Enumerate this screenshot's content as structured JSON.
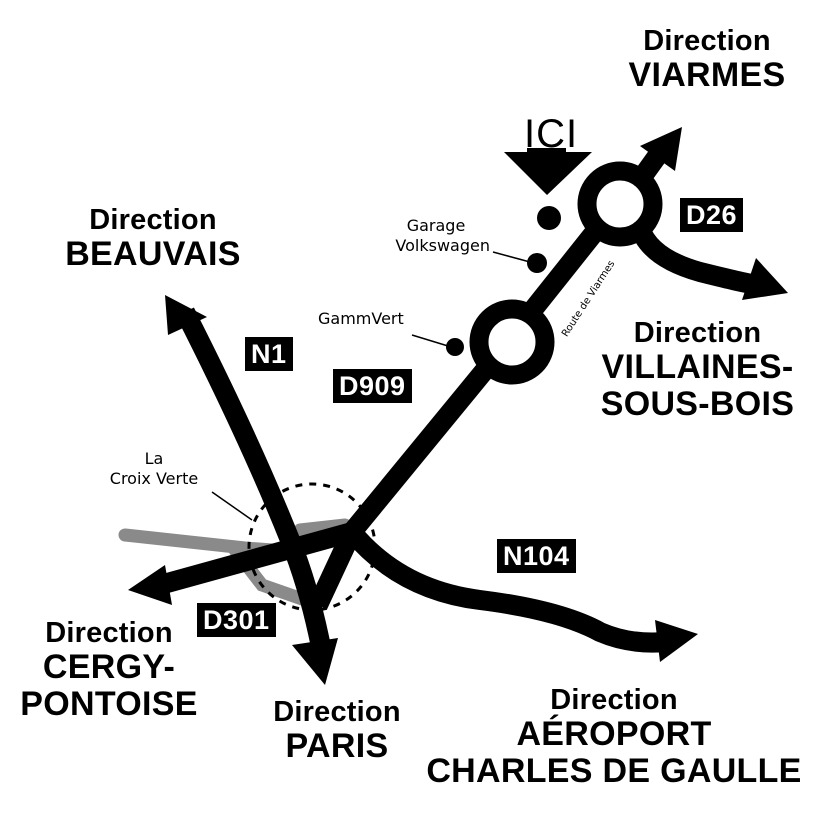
{
  "marker": {
    "label": "ICI",
    "icon": "down-arrow-icon"
  },
  "destinations": {
    "viarmes": {
      "prefix": "Direction",
      "name": "VIARMES"
    },
    "beauvais": {
      "prefix": "Direction",
      "name": "BEAUVAIS"
    },
    "villaines": {
      "prefix": "Direction",
      "name_line1": "VILLAINES-",
      "name_line2": "SOUS-BOIS"
    },
    "cergy": {
      "prefix": "Direction",
      "name_line1": "CERGY-",
      "name_line2": "PONTOISE"
    },
    "paris": {
      "prefix": "Direction",
      "name": "PARIS"
    },
    "cdg": {
      "prefix": "Direction",
      "name_line1": "AÉROPORT",
      "name_line2": "CHARLES DE GAULLE"
    }
  },
  "roads": {
    "d26": "D26",
    "n1": "N1",
    "d909": "D909",
    "n104": "N104",
    "d301": "D301"
  },
  "pois": {
    "garage_line1": "Garage",
    "garage_line2": "Volkswagen",
    "gammvert": "GammVert",
    "croix_line1": "La",
    "croix_line2": "Croix Verte"
  },
  "street_label": "Route de Viarmes",
  "colors": {
    "road": "#000000",
    "secondary_road": "#8a8a8a",
    "badge_bg": "#000000",
    "badge_text": "#ffffff"
  }
}
